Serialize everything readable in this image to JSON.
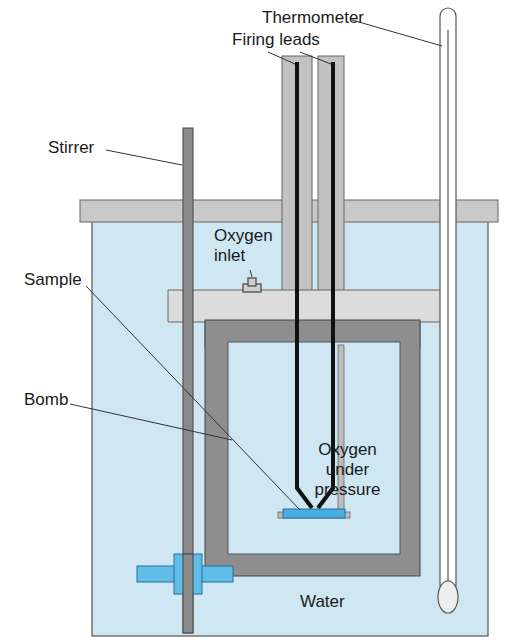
{
  "diagram": {
    "labels": [
      "Thermometer",
      "Firing leads",
      "Stirrer",
      "Oxygen inlet",
      "Sample",
      "Bomb",
      "Oxygen under pressure",
      "Water"
    ]
  }
}
